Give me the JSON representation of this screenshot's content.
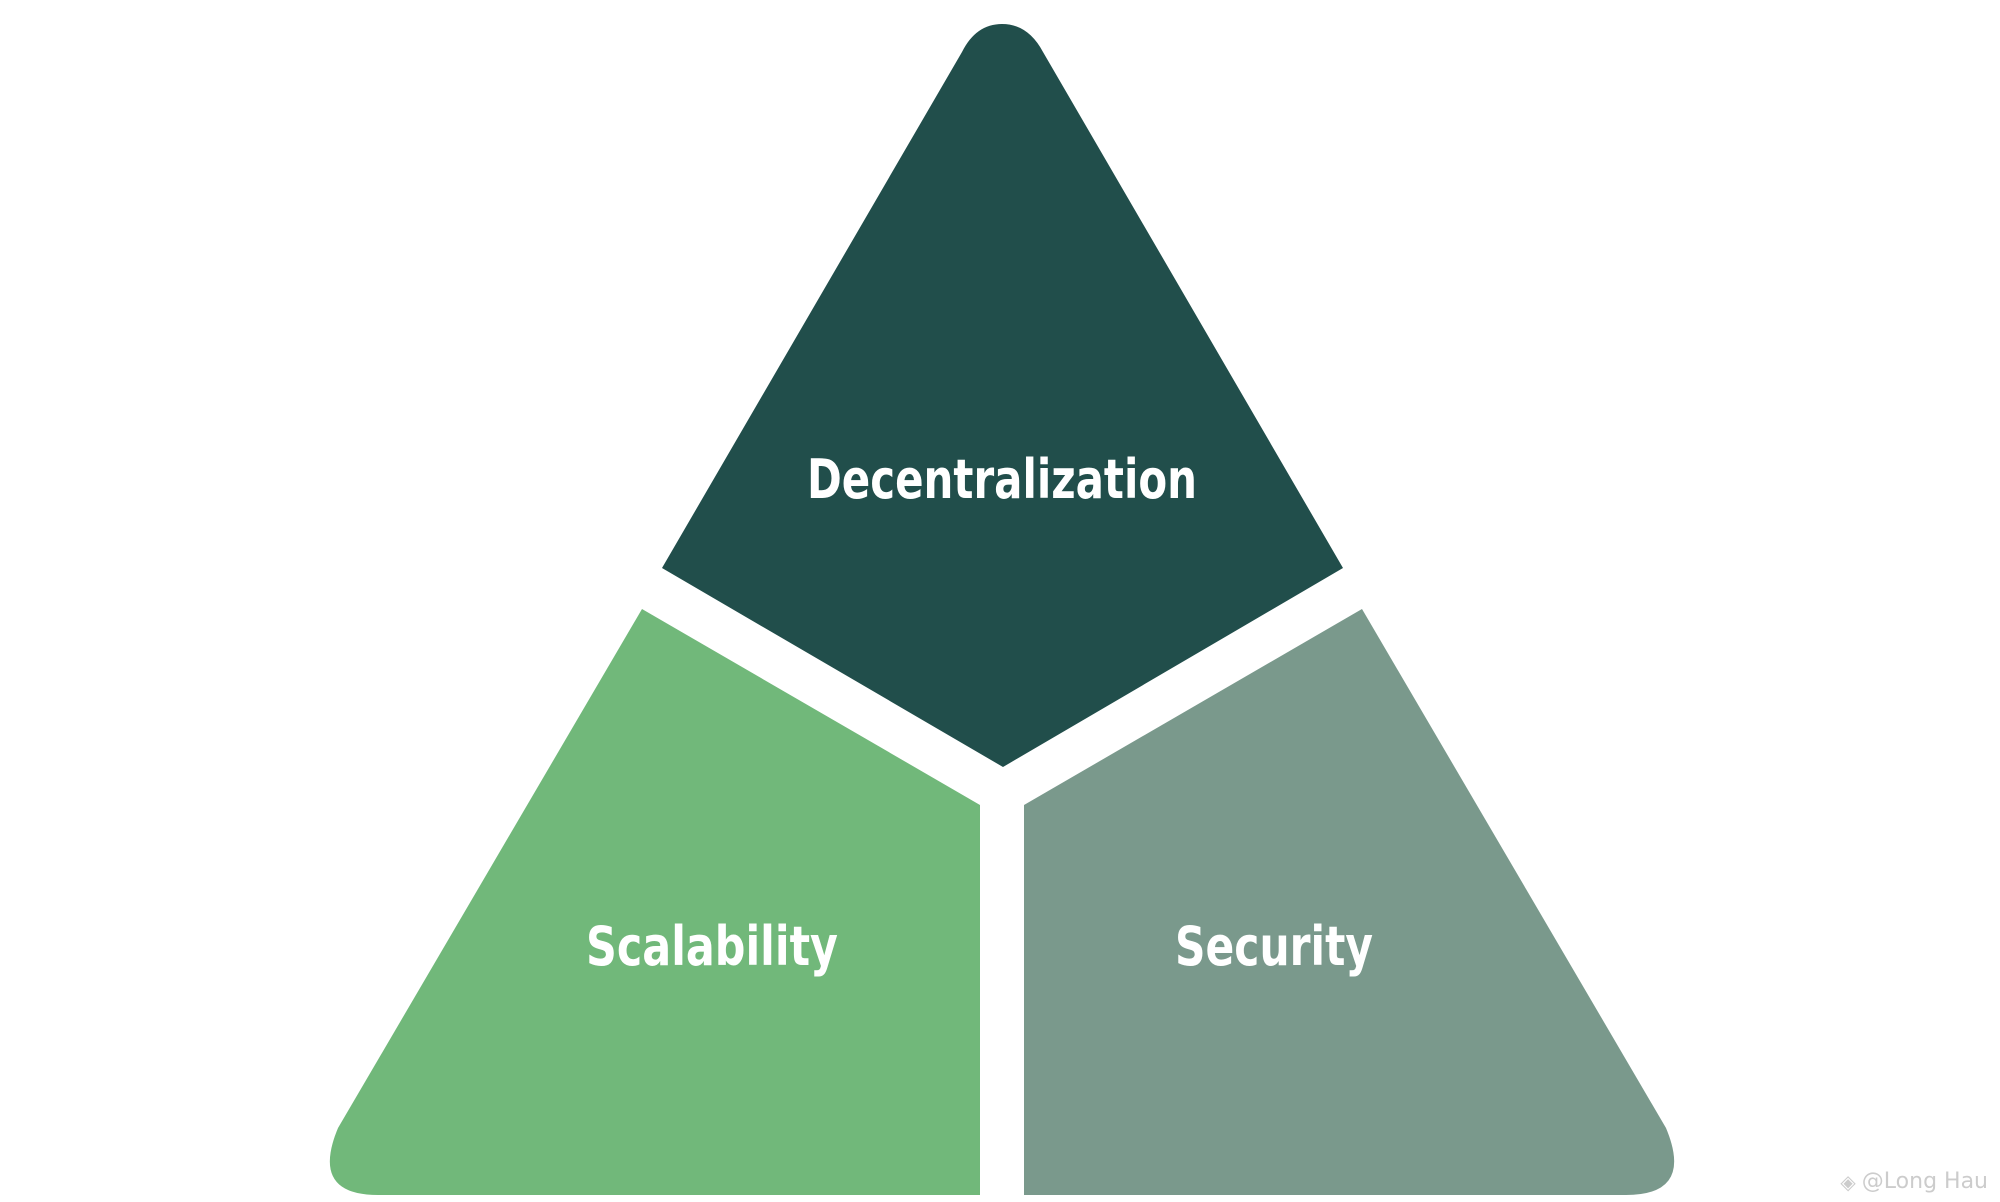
{
  "diagram": {
    "segments": [
      {
        "id": "top",
        "label": "Decentralization",
        "color": "#214e4b"
      },
      {
        "id": "left",
        "label": "Scalability",
        "color": "#71b87a"
      },
      {
        "id": "right",
        "label": "Security",
        "color": "#7a998c"
      }
    ]
  },
  "watermark": {
    "icon": "binance-logo-icon",
    "text": "@Long Hau"
  }
}
